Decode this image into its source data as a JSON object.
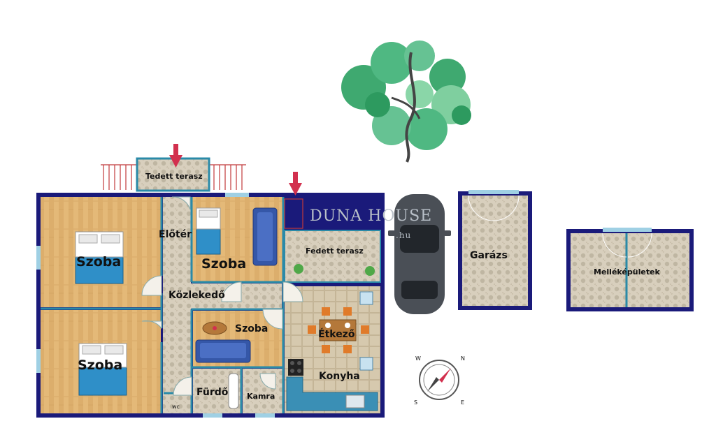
{
  "rooms": {
    "szoba_top_left": "Szoba",
    "szoba_bottom_left": "Szoba",
    "szoba_small": "Szoba",
    "szoba_middle": "Szoba",
    "eloter": "Előtér",
    "kozlekedo": "Közlekedő",
    "etkezo": "Étkező",
    "konyha": "Konyha",
    "furdo": "Fürdő",
    "kamra": "Kamra",
    "wc": "wc",
    "fedett_terasz": "Fedett terasz",
    "tedett_terasz": "Tedett terasz",
    "garazs": "Garázs",
    "melleképuletek": "Melléképületek"
  },
  "watermark": {
    "brand": "DUNA HOUSE",
    "domain": ".hu"
  },
  "compass": {
    "north": "N",
    "east": "E",
    "south": "S",
    "west": "W"
  },
  "colors": {
    "wall": "#1a1a7a",
    "interior_wall": "#2a8aa8",
    "wood": "#e2b676",
    "tile": "#cfc6b4",
    "terrace_tile": "#ddd3bf",
    "entry_arrow": "#d2304e",
    "tree_green": "#4fb882"
  }
}
